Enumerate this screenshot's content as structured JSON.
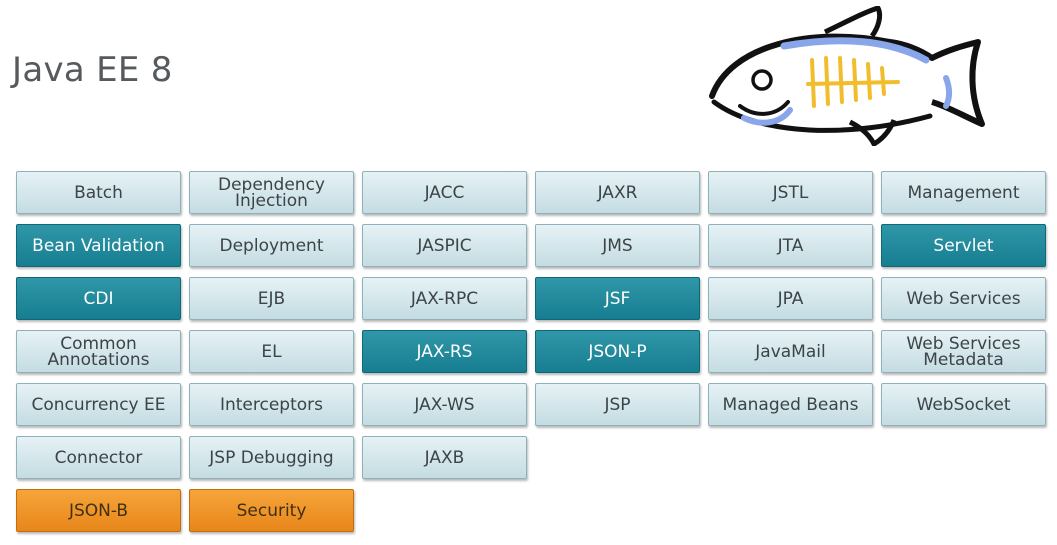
{
  "title": "Java EE 8",
  "colors": {
    "default": "#cfe3e8",
    "new": "#1f8a9c",
    "added": "#ef9428"
  },
  "tiles": [
    {
      "label": "Batch",
      "style": "default"
    },
    {
      "label": "Dependency Injection",
      "style": "default"
    },
    {
      "label": "JACC",
      "style": "default"
    },
    {
      "label": "JAXR",
      "style": "default"
    },
    {
      "label": "JSTL",
      "style": "default"
    },
    {
      "label": "Management",
      "style": "default"
    },
    {
      "label": "Bean Validation",
      "style": "new"
    },
    {
      "label": "Deployment",
      "style": "default"
    },
    {
      "label": "JASPIC",
      "style": "default"
    },
    {
      "label": "JMS",
      "style": "default"
    },
    {
      "label": "JTA",
      "style": "default"
    },
    {
      "label": "Servlet",
      "style": "new"
    },
    {
      "label": "CDI",
      "style": "new"
    },
    {
      "label": "EJB",
      "style": "default"
    },
    {
      "label": "JAX-RPC",
      "style": "default"
    },
    {
      "label": "JSF",
      "style": "new"
    },
    {
      "label": "JPA",
      "style": "default"
    },
    {
      "label": "Web Services",
      "style": "default"
    },
    {
      "label": "Common Annotations",
      "style": "default"
    },
    {
      "label": "EL",
      "style": "default"
    },
    {
      "label": "JAX-RS",
      "style": "new"
    },
    {
      "label": "JSON-P",
      "style": "new"
    },
    {
      "label": "JavaMail",
      "style": "default"
    },
    {
      "label": "Web Services Metadata",
      "style": "default"
    },
    {
      "label": "Concurrency EE",
      "style": "default"
    },
    {
      "label": "Interceptors",
      "style": "default"
    },
    {
      "label": "JAX-WS",
      "style": "default"
    },
    {
      "label": "JSP",
      "style": "default"
    },
    {
      "label": "Managed Beans",
      "style": "default"
    },
    {
      "label": "WebSocket",
      "style": "default"
    },
    {
      "label": "Connector",
      "style": "default"
    },
    {
      "label": "JSP Debugging",
      "style": "default"
    },
    {
      "label": "JAXB",
      "style": "default"
    },
    {
      "label": "",
      "style": "empty"
    },
    {
      "label": "",
      "style": "empty"
    },
    {
      "label": "",
      "style": "empty"
    },
    {
      "label": "JSON-B",
      "style": "added"
    },
    {
      "label": "Security",
      "style": "added"
    }
  ],
  "logo": {
    "icon": "glassfish-logo-icon"
  }
}
